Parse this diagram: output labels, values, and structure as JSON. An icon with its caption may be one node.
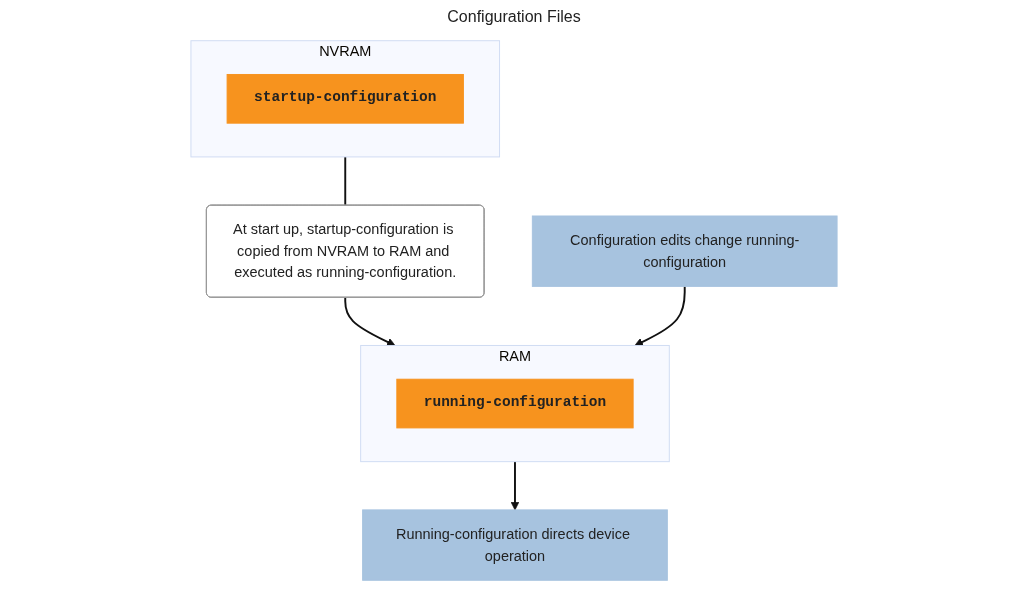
{
  "diagram": {
    "title": "Configuration Files",
    "nodes": [
      {
        "text": [
          "NVRAM"
        ]
      },
      {
        "text": [
          "startup-configuration"
        ],
        "in": 0
      },
      {
        "text": [
          "At start up, startup-configuration is copied from NVRAM to RAM and executed as running-configuration."
        ]
      },
      {
        "text": [
          "RAM"
        ]
      },
      {
        "text": [
          "running-configuration"
        ],
        "in": 3
      },
      {
        "text": [
          "Configuration edits change running-configuration"
        ]
      },
      {
        "text": [
          "Running-configuration directs device operation"
        ]
      }
    ],
    "edges": [
      {
        "from": 0,
        "to": 2,
        "arrow": "none"
      },
      {
        "from": 2,
        "to": 3,
        "arrow": "to"
      },
      {
        "from": 5,
        "to": 3,
        "arrow": "to"
      },
      {
        "from": 3,
        "to": 6,
        "arrow": "to"
      }
    ]
  }
}
